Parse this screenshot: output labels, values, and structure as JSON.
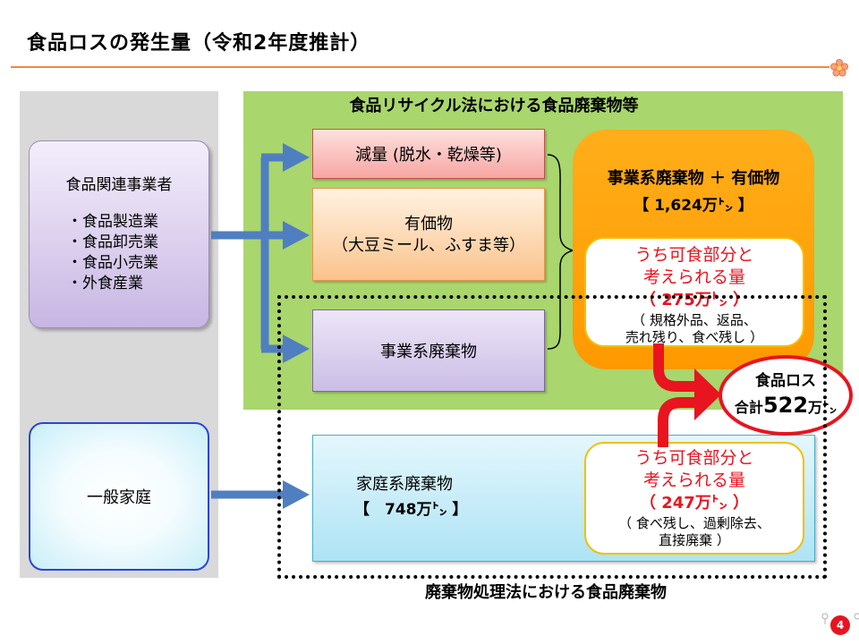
{
  "title": "食品ロスの発生量（令和2年度推計）",
  "page_number": "4",
  "recycle_law_label": "食品リサイクル法における食品廃棄物等",
  "waste_law_label": "廃棄物処理法における食品廃棄物",
  "business": {
    "title": "食品関連事業者",
    "items": [
      "・食品製造業",
      "・食品卸売業",
      "・食品小売業",
      "・外食産業"
    ]
  },
  "household": {
    "title": "一般家庭"
  },
  "flows": {
    "genryo": "減量 (脱水・乾燥等)",
    "yuka_line1": "有価物",
    "yuka_line2": "（大豆ミール、ふすま等）",
    "jigyo": "事業系廃棄物",
    "katei_name": "家庭系廃棄物",
    "katei_amount": "【　748万㌧ 】"
  },
  "business_total": {
    "title": "事業系廃棄物 ＋ 有価物",
    "amount": "【 1,624万㌧ 】"
  },
  "edible_business": {
    "line1": "うち可食部分と",
    "line2": "考えられる量",
    "amount": "（ 275万㌧ ）",
    "note1": "（ 規格外品、返品、",
    "note2": "売れ残り、食べ残し ）"
  },
  "edible_household": {
    "line1": "うち可食部分と",
    "line2": "考えられる量",
    "amount": "（ 247万㌧ ）",
    "note1": "（ 食べ残し、過剰除去、",
    "note2": "直接廃棄 ）"
  },
  "food_loss": {
    "title": "食品ロス",
    "prefix": "合計",
    "value": "522",
    "unit": "万㌧"
  },
  "colors": {
    "arrow_blue": "#4f7fc1",
    "accent_red": "#e8141f",
    "green_panel": "#a9d66d",
    "orange_box": "#ff9900",
    "rule_orange": "#f08a3c"
  }
}
